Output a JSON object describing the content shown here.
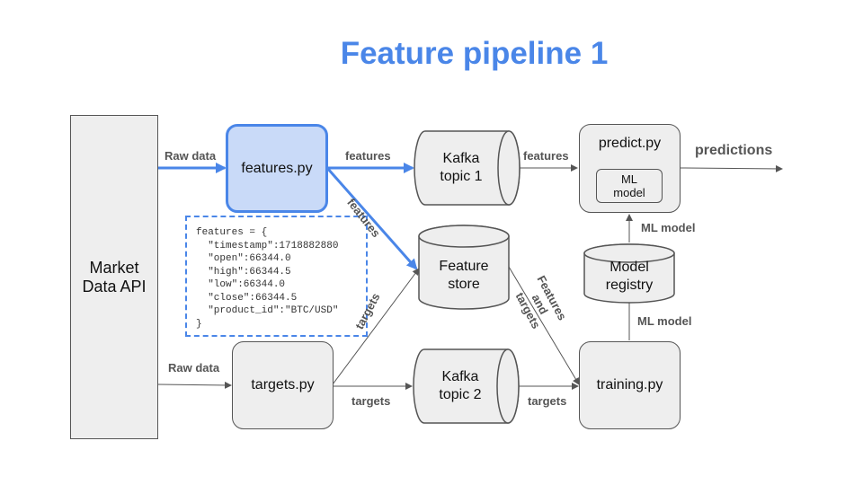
{
  "title": "Feature pipeline 1",
  "nodes": {
    "market_api": "Market Data API",
    "features_py": "features.py",
    "targets_py": "targets.py",
    "kafka_topic_1": "Kafka topic 1",
    "kafka_topic_2": "Kafka topic 2",
    "feature_store": "Feature store",
    "predict_py": "predict.py",
    "ml_model_inner": "ML model",
    "model_registry": "Model registry",
    "training_py": "training.py"
  },
  "edge_labels": {
    "raw_data_top": "Raw data",
    "raw_data_bottom": "Raw data",
    "features_to_kafka": "features",
    "features_to_store": "features",
    "kafka1_to_predict": "features",
    "predictions": "predictions",
    "targets_to_store": "targets",
    "targets_to_kafka2": "targets",
    "kafka2_to_training": "targets",
    "store_to_training": "Features and targets",
    "training_to_registry": "ML model",
    "registry_to_predict": "ML model"
  },
  "code_snippet": [
    "features = {",
    "  \"timestamp\":1718882880",
    "  \"open\":66344.0",
    "  \"high\":66344.5",
    "  \"low\":66344.0",
    "  \"close\":66344.5",
    "  \"product_id\":\"BTC/USD\"",
    "}"
  ],
  "colors": {
    "accent": "#4a86e8",
    "highlight_fill": "#c9daf8",
    "node_fill": "#eeeeee",
    "line": "#555555"
  }
}
